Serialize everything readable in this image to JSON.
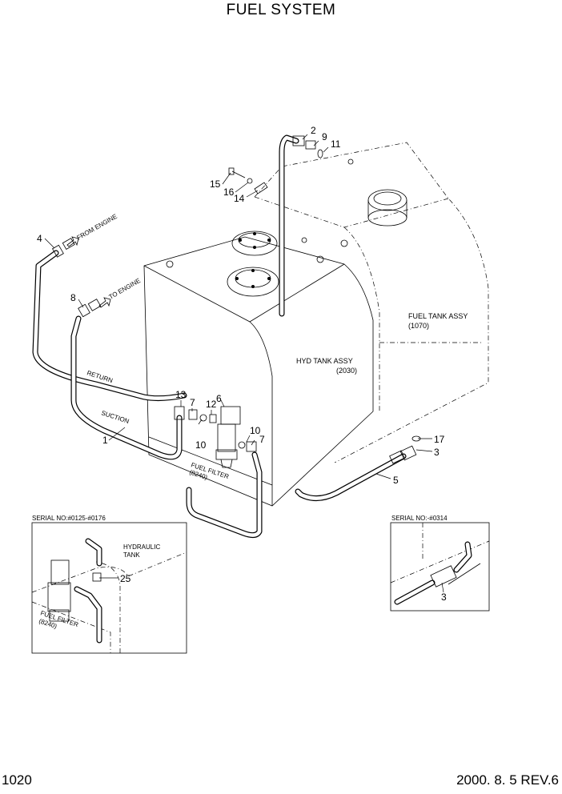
{
  "title": "FUEL SYSTEM",
  "page_number": "1020",
  "revision": "2000. 8. 5 REV.6",
  "tanks": {
    "fuel_tank_name": "FUEL TANK ASSY",
    "fuel_tank_ref": "(1070)",
    "hyd_tank_name": "HYD TANK ASSY",
    "hyd_tank_ref": "(2030)"
  },
  "flow_labels": {
    "from_engine": "FROM ENGINE",
    "to_engine": "TO ENGINE",
    "return": "RETURN",
    "suction": "SUCTION",
    "fuel_filter_1": "FUEL FILTER",
    "fuel_filter_2": "(8240)"
  },
  "callouts": {
    "c1": "1",
    "c2": "2",
    "c3": "3",
    "c4": "4",
    "c5": "5",
    "c6": "6",
    "c7a": "7",
    "c7b": "7",
    "c8": "8",
    "c9": "9",
    "c10a": "10",
    "c10b": "10",
    "c11": "11",
    "c12": "12",
    "c13": "13",
    "c14": "14",
    "c15": "15",
    "c16": "16",
    "c17": "17"
  },
  "inset_left": {
    "serial": "SERIAL NO:#0125-#0176",
    "tank_line1": "HYDRAULIC",
    "tank_line2": "TANK",
    "callout": "25",
    "filter_line1": "FUEL FILTER",
    "filter_line2": "(8240)"
  },
  "inset_right": {
    "serial": "SERIAL NO:-#0314",
    "callout": "3"
  }
}
